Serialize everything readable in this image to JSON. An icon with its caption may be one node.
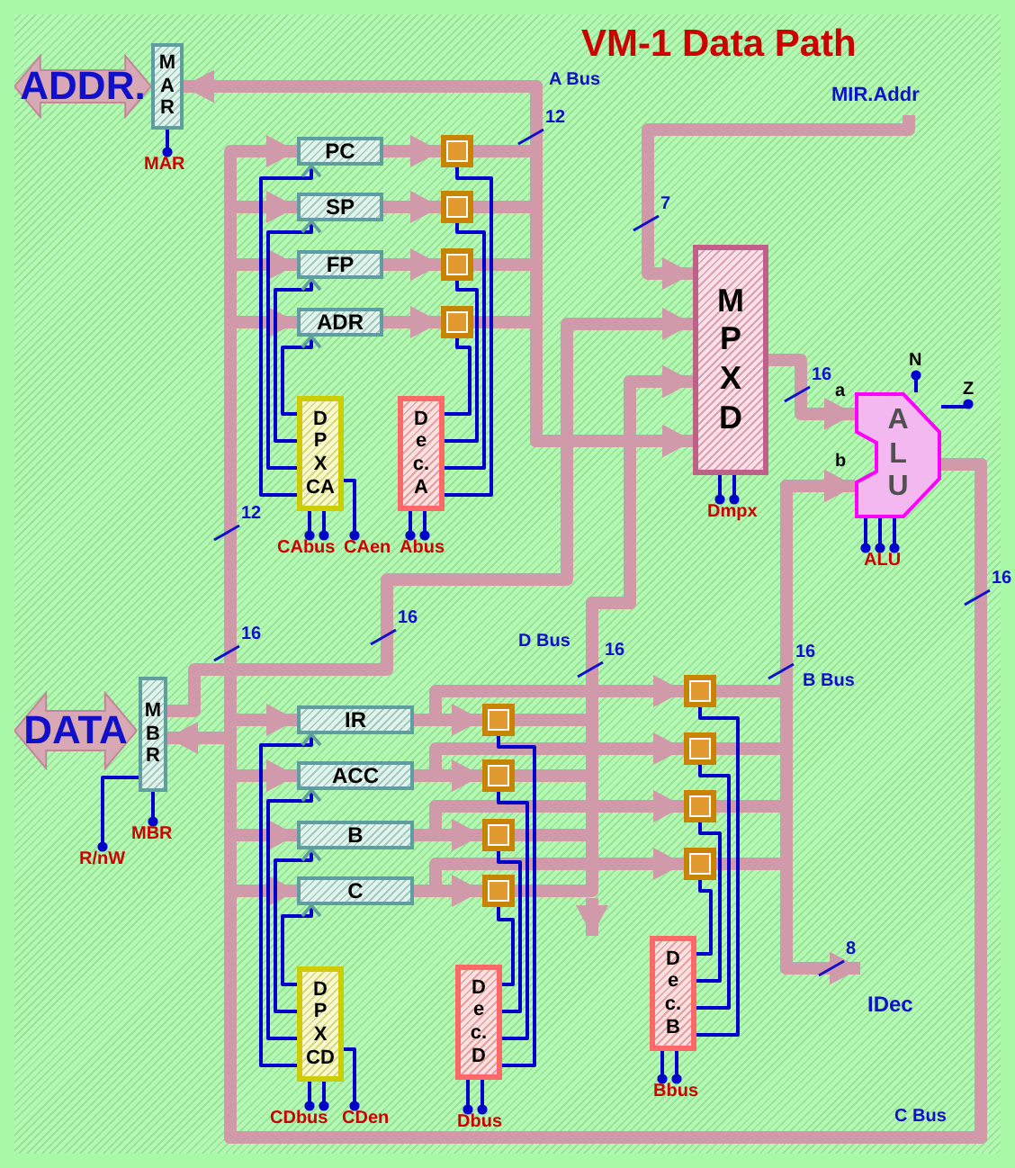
{
  "diagram": {
    "title": "VM-1 Data Path",
    "nodes": [
      {
        "text": [
          "ADDR."
        ]
      },
      {
        "text": [
          "M A R"
        ]
      },
      {
        "text": [
          "PC"
        ]
      },
      {
        "text": [
          "SP"
        ]
      },
      {
        "text": [
          "FP"
        ]
      },
      {
        "text": [
          "ADR"
        ]
      },
      {
        "text": [],
        "shape": "box"
      },
      {
        "text": [],
        "shape": "box"
      },
      {
        "text": [],
        "shape": "box"
      },
      {
        "text": [],
        "shape": "box"
      },
      {
        "text": [
          "D P X CA"
        ]
      },
      {
        "text": [
          "D e c. A"
        ]
      },
      {
        "text": [
          "M P X D"
        ]
      },
      {
        "text": [
          "A L U"
        ],
        "beside": [
          "a",
          "b"
        ]
      },
      {
        "text": [
          "DATA"
        ]
      },
      {
        "text": [
          "M B R"
        ]
      },
      {
        "text": [
          "IR"
        ]
      },
      {
        "text": [
          "ACC"
        ]
      },
      {
        "text": [
          "B"
        ]
      },
      {
        "text": [
          "C"
        ]
      },
      {
        "text": [],
        "shape": "box"
      },
      {
        "text": [],
        "shape": "box"
      },
      {
        "text": [],
        "shape": "box"
      },
      {
        "text": [],
        "shape": "box"
      },
      {
        "text": [
          "D P X CD"
        ]
      },
      {
        "text": [
          "D e c. D"
        ]
      },
      {
        "text": [],
        "shape": "box"
      },
      {
        "text": [],
        "shape": "box"
      },
      {
        "text": [],
        "shape": "box"
      },
      {
        "text": [],
        "shape": "box"
      },
      {
        "text": [
          "D e c. B"
        ]
      },
      {
        "text": [
          "IDec"
        ]
      },
      {
        "text": [
          "MIR.Addr"
        ]
      },
      {
        "text": [
          "MAR"
        ]
      },
      {
        "text": [
          "CAbus"
        ]
      },
      {
        "text": [
          "CAen"
        ]
      },
      {
        "text": [
          "Abus"
        ]
      },
      {
        "text": [
          "Dmpx"
        ]
      },
      {
        "text": [
          "ALU"
        ]
      },
      {
        "text": [
          "N"
        ]
      },
      {
        "text": [
          "Z"
        ]
      },
      {
        "text": [
          "MBR"
        ]
      },
      {
        "text": [
          "R/nW"
        ]
      },
      {
        "text": [
          "CDbus"
        ]
      },
      {
        "text": [
          "CDen"
        ]
      },
      {
        "text": [
          "Dbus"
        ]
      },
      {
        "text": [
          "Bbus"
        ]
      }
    ],
    "edges": [
      {
        "from": 2,
        "to": 6,
        "arrow": "to"
      },
      {
        "from": 3,
        "to": 7,
        "arrow": "to"
      },
      {
        "from": 4,
        "to": 8,
        "arrow": "to"
      },
      {
        "from": 5,
        "to": 9,
        "arrow": "to"
      },
      {
        "from": 6,
        "to": 1,
        "arrow": "to"
      },
      {
        "from": 7,
        "to": 1,
        "arrow": "to"
      },
      {
        "from": 8,
        "to": 1,
        "arrow": "to"
      },
      {
        "from": 9,
        "to": 1,
        "arrow": "to"
      },
      {
        "from": 6,
        "to": 12,
        "arrow": "to"
      },
      {
        "from": 7,
        "to": 12,
        "arrow": "to"
      },
      {
        "from": 8,
        "to": 12,
        "arrow": "to"
      },
      {
        "from": 9,
        "to": 12,
        "arrow": "to"
      },
      {
        "from": 32,
        "to": 12,
        "arrow": "to"
      },
      {
        "from": 15,
        "to": 12,
        "arrow": "to"
      },
      {
        "from": 20,
        "to": 12,
        "arrow": "to"
      },
      {
        "from": 21,
        "to": 12,
        "arrow": "to"
      },
      {
        "from": 22,
        "to": 12,
        "arrow": "to"
      },
      {
        "from": 23,
        "to": 12,
        "arrow": "to"
      },
      {
        "from": 16,
        "to": 20,
        "arrow": "to"
      },
      {
        "from": 17,
        "to": 21,
        "arrow": "to"
      },
      {
        "from": 18,
        "to": 22,
        "arrow": "to"
      },
      {
        "from": 19,
        "to": 23,
        "arrow": "to"
      },
      {
        "from": 16,
        "to": 26,
        "arrow": "to"
      },
      {
        "from": 17,
        "to": 27,
        "arrow": "to"
      },
      {
        "from": 18,
        "to": 28,
        "arrow": "to"
      },
      {
        "from": 19,
        "to": 29,
        "arrow": "to"
      },
      {
        "from": 26,
        "to": 13,
        "arrow": "to"
      },
      {
        "from": 27,
        "to": 13,
        "arrow": "to"
      },
      {
        "from": 28,
        "to": 13,
        "arrow": "to"
      },
      {
        "from": 29,
        "to": 13,
        "arrow": "to"
      },
      {
        "from": 26,
        "to": 31,
        "arrow": "to"
      },
      {
        "from": 27,
        "to": 31,
        "arrow": "to"
      },
      {
        "from": 28,
        "to": 31,
        "arrow": "to"
      },
      {
        "from": 29,
        "to": 31,
        "arrow": "to"
      },
      {
        "from": 12,
        "to": 13,
        "arrow": "to"
      },
      {
        "from": 13,
        "to": 2,
        "arrow": "to"
      },
      {
        "from": 13,
        "to": 3,
        "arrow": "to"
      },
      {
        "from": 13,
        "to": 4,
        "arrow": "to"
      },
      {
        "from": 13,
        "to": 5,
        "arrow": "to"
      },
      {
        "from": 13,
        "to": 16,
        "arrow": "to"
      },
      {
        "from": 13,
        "to": 17,
        "arrow": "to"
      },
      {
        "from": 13,
        "to": 18,
        "arrow": "to"
      },
      {
        "from": 13,
        "to": 19,
        "arrow": "to"
      },
      {
        "from": 13,
        "to": 15,
        "arrow": "to"
      },
      {
        "from": 10,
        "to": 2,
        "arrow": "to",
        "color": "#0000cc"
      },
      {
        "from": 10,
        "to": 3,
        "arrow": "to",
        "color": "#0000cc"
      },
      {
        "from": 10,
        "to": 4,
        "arrow": "to",
        "color": "#0000cc"
      },
      {
        "from": 10,
        "to": 5,
        "arrow": "to",
        "color": "#0000cc"
      },
      {
        "from": 11,
        "to": 6,
        "arrow": "none",
        "color": "#0000cc"
      },
      {
        "from": 11,
        "to": 7,
        "arrow": "none",
        "color": "#0000cc"
      },
      {
        "from": 11,
        "to": 8,
        "arrow": "none",
        "color": "#0000cc"
      },
      {
        "from": 11,
        "to": 9,
        "arrow": "none",
        "color": "#0000cc"
      },
      {
        "from": 24,
        "to": 16,
        "arrow": "to",
        "color": "#0000cc"
      },
      {
        "from": 24,
        "to": 17,
        "arrow": "to",
        "color": "#0000cc"
      },
      {
        "from": 24,
        "to": 18,
        "arrow": "to",
        "color": "#0000cc"
      },
      {
        "from": 24,
        "to": 19,
        "arrow": "to",
        "color": "#0000cc"
      },
      {
        "from": 25,
        "to": 20,
        "arrow": "none",
        "color": "#0000cc"
      },
      {
        "from": 25,
        "to": 21,
        "arrow": "none",
        "color": "#0000cc"
      },
      {
        "from": 25,
        "to": 22,
        "arrow": "none",
        "color": "#0000cc"
      },
      {
        "from": 25,
        "to": 23,
        "arrow": "none",
        "color": "#0000cc"
      },
      {
        "from": 30,
        "to": 26,
        "arrow": "none",
        "color": "#0000cc"
      },
      {
        "from": 30,
        "to": 27,
        "arrow": "none",
        "color": "#0000cc"
      },
      {
        "from": 30,
        "to": 28,
        "arrow": "none",
        "color": "#0000cc"
      },
      {
        "from": 30,
        "to": 29,
        "arrow": "none",
        "color": "#0000cc"
      },
      {
        "from": 1,
        "to": 33,
        "arrow": "other",
        "color": "#0000cc"
      },
      {
        "from": 10,
        "to": 34,
        "arrow": "other",
        "color": "#0000cc"
      },
      {
        "from": 10,
        "to": 34,
        "arrow": "other",
        "color": "#0000cc"
      },
      {
        "from": 10,
        "to": 35,
        "arrow": "other",
        "color": "#0000cc"
      },
      {
        "from": 11,
        "to": 36,
        "arrow": "other",
        "color": "#0000cc"
      },
      {
        "from": 11,
        "to": 36,
        "arrow": "other",
        "color": "#0000cc"
      },
      {
        "from": 12,
        "to": 37,
        "arrow": "other",
        "color": "#0000cc"
      },
      {
        "from": 12,
        "to": 37,
        "arrow": "other",
        "color": "#0000cc"
      },
      {
        "from": 13,
        "to": 38,
        "arrow": "other",
        "color": "#0000cc"
      },
      {
        "from": 13,
        "to": 38,
        "arrow": "other",
        "color": "#0000cc"
      },
      {
        "from": 13,
        "to": 38,
        "arrow": "other",
        "color": "#0000cc"
      },
      {
        "from": 13,
        "to": 39,
        "arrow": "other",
        "color": "#0000cc"
      },
      {
        "from": 13,
        "to": 40,
        "arrow": "other",
        "color": "#0000cc"
      },
      {
        "from": 15,
        "to": 41,
        "arrow": "other",
        "color": "#0000cc"
      },
      {
        "from": 15,
        "to": 42,
        "arrow": "other",
        "color": "#0000cc"
      },
      {
        "from": 24,
        "to": 43,
        "arrow": "other",
        "color": "#0000cc"
      },
      {
        "from": 24,
        "to": 43,
        "arrow": "other",
        "color": "#0000cc"
      },
      {
        "from": 24,
        "to": 44,
        "arrow": "other",
        "color": "#0000cc"
      },
      {
        "from": 25,
        "to": 45,
        "arrow": "other",
        "color": "#0000cc"
      },
      {
        "from": 25,
        "to": 45,
        "arrow": "other",
        "color": "#0000cc"
      },
      {
        "from": 30,
        "to": 46,
        "arrow": "other",
        "color": "#0000cc"
      },
      {
        "from": 30,
        "to": 46,
        "arrow": "other",
        "color": "#0000cc"
      }
    ],
    "labels": [
      "A Bus",
      "12",
      "7",
      "16",
      "12",
      "16",
      "16",
      "16",
      "D Bus",
      "16",
      "16",
      "B Bus",
      "8",
      "C Bus"
    ]
  }
}
